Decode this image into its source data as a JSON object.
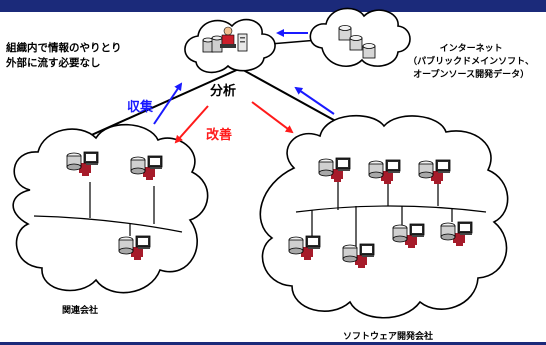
{
  "labels": {
    "note_line1": "組織内で情報のやりとり",
    "note_line2": "外部に流す必要なし",
    "internet_line1": "インターネット",
    "internet_line2": "（パブリックドメインソフト、",
    "internet_line3": "オープンソース開発データ）",
    "analysis": "分析",
    "collect": "収集",
    "improve": "改善",
    "related_company": "関連会社",
    "software_company": "ソフトウェア開発会社"
  },
  "colors": {
    "header_bar": "#1b2a7a",
    "collect_arrow": "#1a1aff",
    "improve_arrow": "#ff1a1a",
    "line": "#000000"
  },
  "icons": {
    "computer": "computer-icon",
    "database": "database-icon",
    "person": "person-icon",
    "server": "server-icon"
  }
}
